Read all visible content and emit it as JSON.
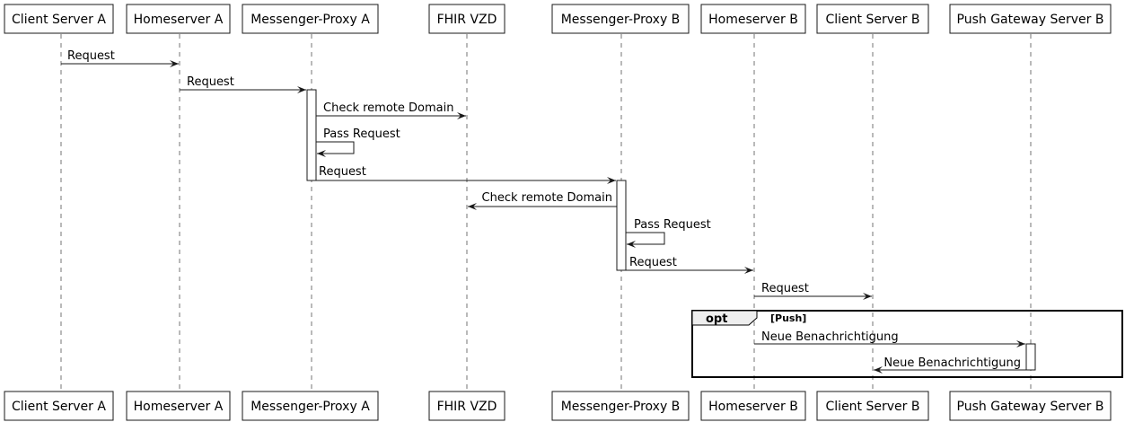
{
  "participants": [
    {
      "id": "csa",
      "label": "Client Server A"
    },
    {
      "id": "hsa",
      "label": "Homeserver A"
    },
    {
      "id": "mpa",
      "label": "Messenger-Proxy A"
    },
    {
      "id": "vzd",
      "label": "FHIR VZD"
    },
    {
      "id": "mpb",
      "label": "Messenger-Proxy B"
    },
    {
      "id": "hsb",
      "label": "Homeserver B"
    },
    {
      "id": "csb",
      "label": "Client Server B"
    },
    {
      "id": "pgb",
      "label": "Push Gateway Server B"
    }
  ],
  "messages": [
    {
      "from": "csa",
      "to": "hsa",
      "label": "Request"
    },
    {
      "from": "hsa",
      "to": "mpa",
      "label": "Request"
    },
    {
      "from": "mpa",
      "to": "vzd",
      "label": "Check remote Domain"
    },
    {
      "from": "mpa",
      "to": "mpa",
      "label": "Pass Request"
    },
    {
      "from": "mpa",
      "to": "mpb",
      "label": "Request"
    },
    {
      "from": "mpb",
      "to": "vzd",
      "label": "Check remote Domain"
    },
    {
      "from": "mpb",
      "to": "mpb",
      "label": "Pass Request"
    },
    {
      "from": "mpb",
      "to": "hsb",
      "label": "Request"
    },
    {
      "from": "hsb",
      "to": "csb",
      "label": "Request"
    },
    {
      "from": "hsb",
      "to": "pgb",
      "label": "Neue Benachrichtigung"
    },
    {
      "from": "pgb",
      "to": "csb",
      "label": "Neue Benachrichtigung"
    }
  ],
  "fragment": {
    "operator": "opt",
    "guard": "[Push]"
  }
}
